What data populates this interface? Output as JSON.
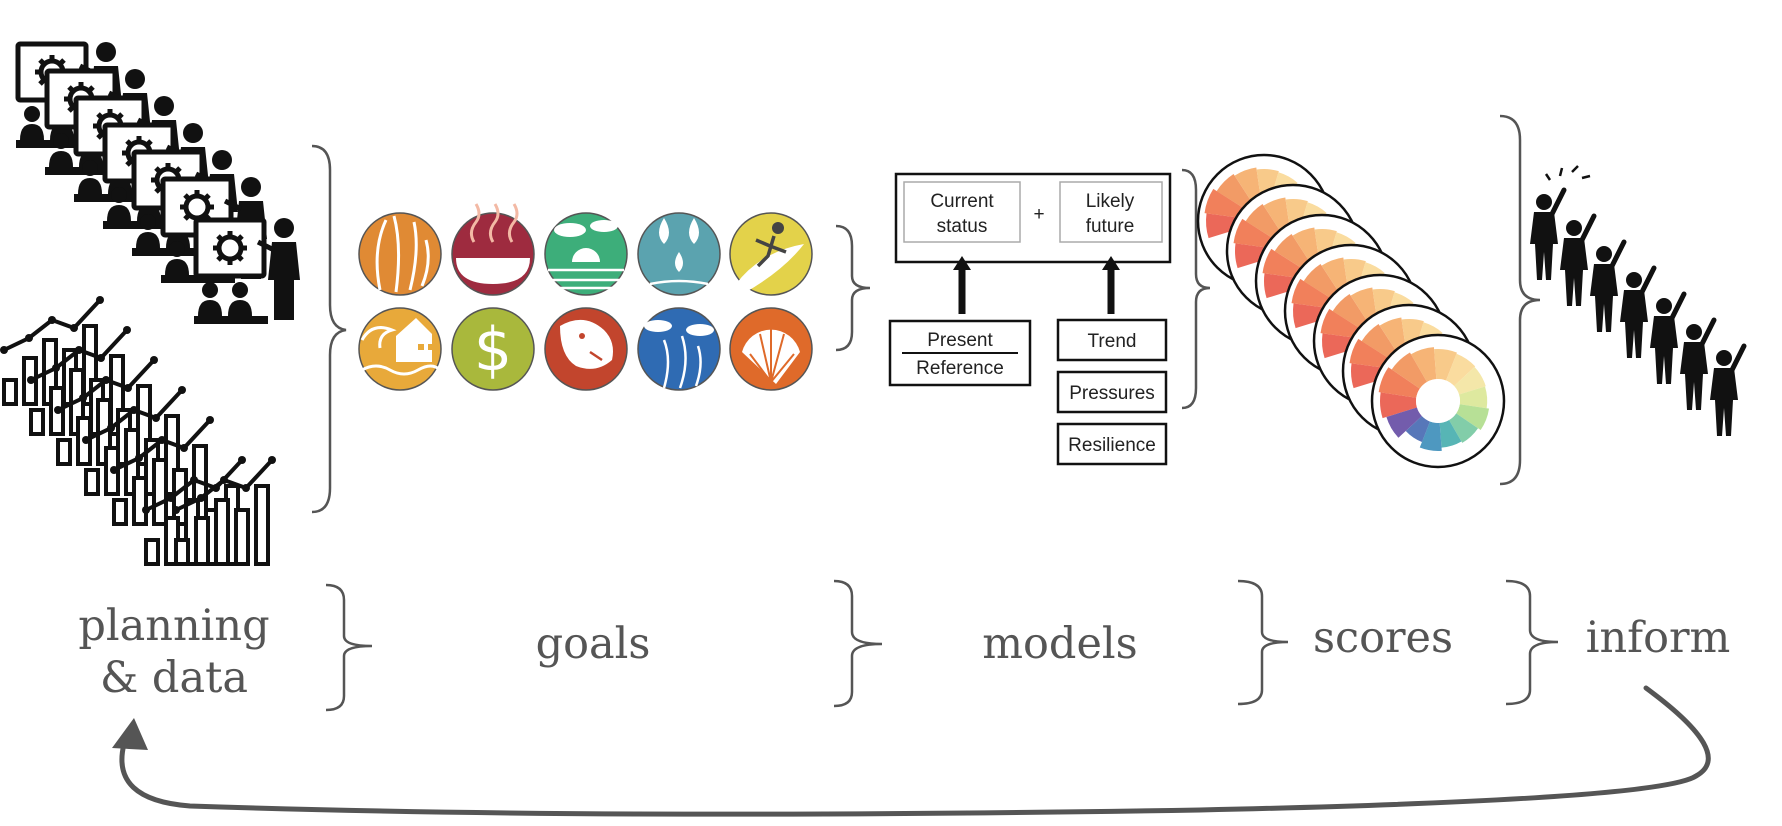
{
  "stages": {
    "planning_line1": "planning",
    "planning_line2": "& data",
    "goals": "goals",
    "models": "models",
    "scores": "scores",
    "inform": "inform"
  },
  "model_box": {
    "current_line1": "Current",
    "current_line2": "status",
    "plus": "+",
    "likely_line1": "Likely",
    "likely_line2": "future",
    "present": "Present",
    "reference": "Reference",
    "trend": "Trend",
    "pressures": "Pressures",
    "resilience": "Resilience"
  },
  "goal_icons": [
    {
      "name": "seaweed-icon",
      "color": "#E08A34"
    },
    {
      "name": "cooked-fish-icon",
      "color": "#9E2B3F"
    },
    {
      "name": "coastal-sunrise-icon",
      "color": "#3DAE7A"
    },
    {
      "name": "water-drops-icon",
      "color": "#5BA3AF"
    },
    {
      "name": "surfer-icon",
      "color": "#E3D24A"
    },
    {
      "name": "coastal-house-wave-icon",
      "color": "#E8A93A"
    },
    {
      "name": "dollar-sign-icon",
      "color": "#A9B83C"
    },
    {
      "name": "seabird-icon",
      "color": "#C2452D"
    },
    {
      "name": "kelp-forest-icon",
      "color": "#2F6BB3"
    },
    {
      "name": "seashell-icon",
      "color": "#DF6A2A"
    }
  ],
  "colors": {
    "ink": "#111111",
    "bracket": "#555555",
    "arrow": "#555555",
    "flower_warm": [
      "#E84E3C",
      "#EE6A3E",
      "#F08A4B",
      "#F4A75E",
      "#F7C176",
      "#F9D68E",
      "#F2E39A",
      "#D8E58E"
    ],
    "flower_cool": [
      "#AADB84",
      "#6CC49A",
      "#3AA8A8",
      "#2F86B5",
      "#3A5FAD",
      "#5A3F9E"
    ]
  }
}
